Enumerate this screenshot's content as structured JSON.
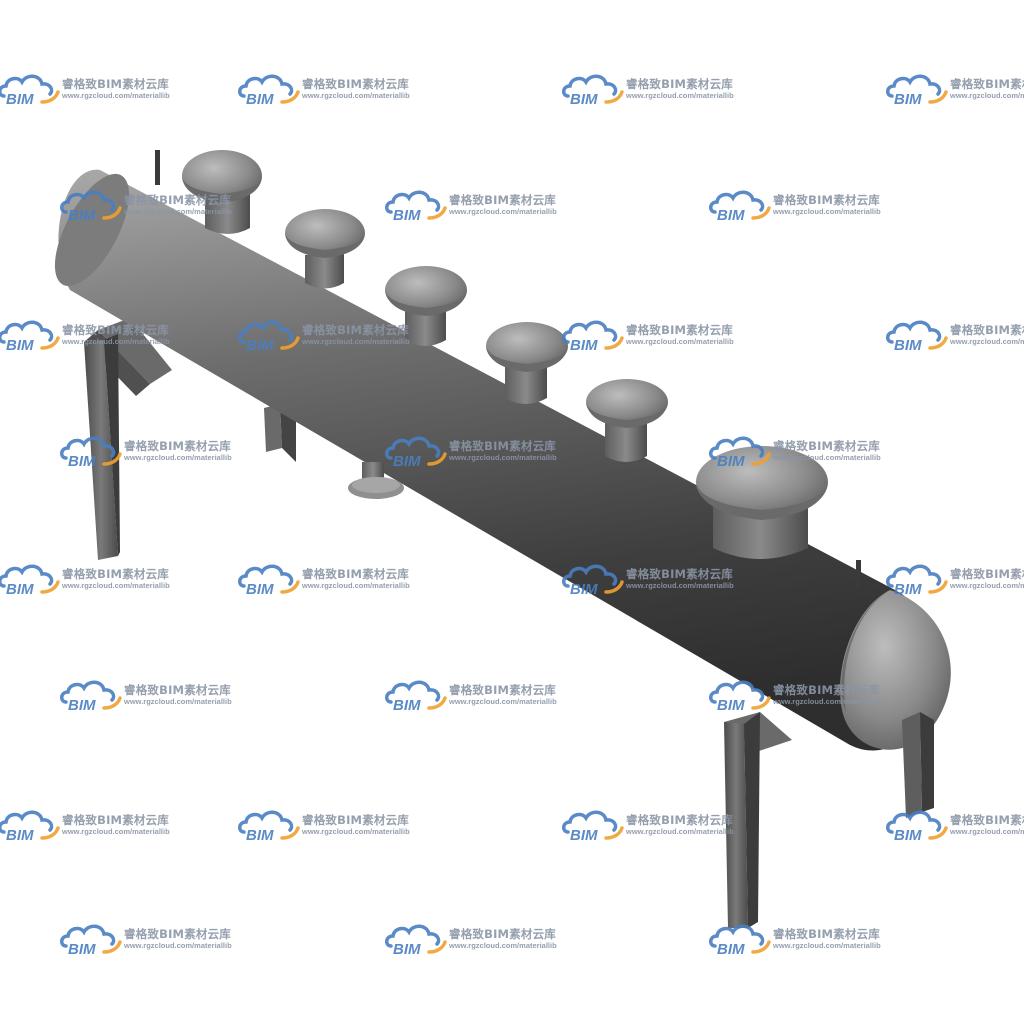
{
  "watermark": {
    "logo_text": "BIM",
    "brand_name": "睿格致BIM素材云库",
    "url": "www.rgzcloud.com/materiallib",
    "colors": {
      "cloud": "#4a7fc1",
      "swoosh": "#f0a030",
      "text": "#8a95a6"
    }
  },
  "model": {
    "subject": "horizontal-manifold-vessel-with-nozzles",
    "colors": {
      "body_dark": "#3a3a3a",
      "body_mid": "#6b6b6b",
      "body_light": "#b0b0b0",
      "flange": "#8c8c8c",
      "support": "#5a5a5a"
    }
  }
}
